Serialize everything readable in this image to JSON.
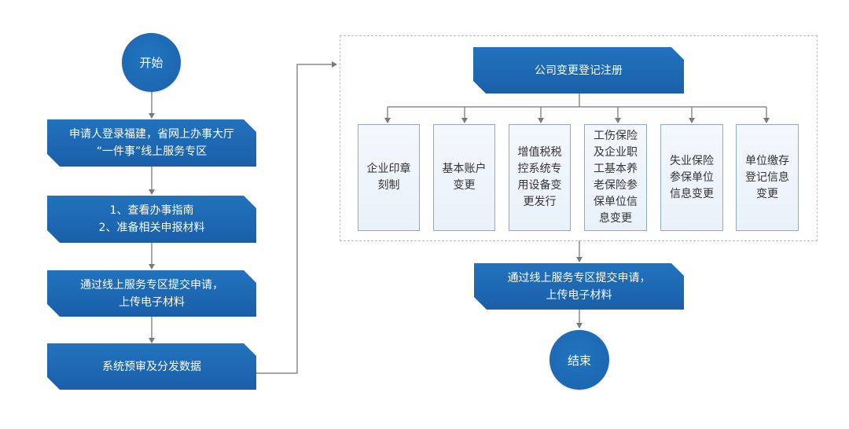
{
  "flow": {
    "start": "开始",
    "end": "结束",
    "left_steps": [
      "申请人登录福建，省网上办事大厅\n“一件事”线上服务专区",
      "1、查看办事指南\n2、准备相关申报材料",
      "通过线上服务专区提交申请，\n上传电子材料",
      "系统预审及分发数据"
    ],
    "group": {
      "title": "公司变更登记注册",
      "items": [
        "企业印章\n刻制",
        "基本账户\n变更",
        "增值税税\n控系统专\n用设备变\n更发行",
        "工伤保险\n及企业职\n工基本养\n老保险参\n保单位信\n息变更",
        "失业保险\n参保单位\n信息变更",
        "单位缴存\n登记信息\n变更"
      ]
    },
    "final_step": "通过线上服务专区提交申请，\n上传电子材料"
  },
  "colors": {
    "primary": "#1f6ab4",
    "connector": "#8c8c8c",
    "sub_border": "#8da9cf",
    "dashed": "#bdbdbd"
  }
}
